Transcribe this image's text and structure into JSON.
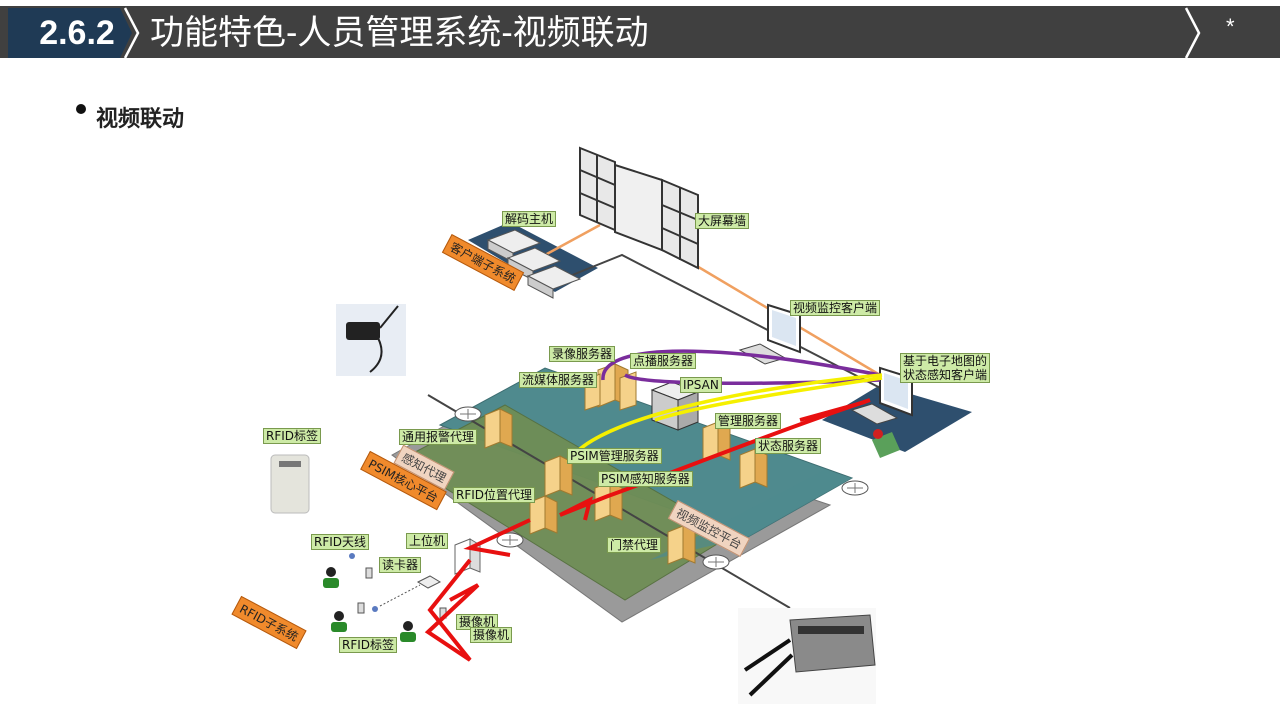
{
  "header": {
    "section_number": "2.6.2",
    "title": "功能特色-人员管理系统-视频联动",
    "star": "*"
  },
  "subheading": "视频联动",
  "labels": {
    "decoder_host": "解码主机",
    "big_screen": "大屏幕墙",
    "video_client": "视频监控客户端",
    "map_client_line1": "基于电子地图的",
    "map_client_line2": "状态感知客户端",
    "record_server": "录像服务器",
    "vod_server": "点播服务器",
    "stream_server": "流媒体服务器",
    "ipsan": "IPSAN",
    "mgmt_server": "管理服务器",
    "status_server": "状态服务器",
    "alarm_proxy": "通用报警代理",
    "psim_mgmt": "PSIM管理服务器",
    "psim_sense": "PSIM感知服务器",
    "rfid_locate": "RFID位置代理",
    "access_proxy": "门禁代理",
    "rfid_tag_top": "RFID标签",
    "rfid_antenna": "RFID天线",
    "upper_pc": "上位机",
    "card_reader": "读卡器",
    "camera1": "摄像机",
    "camera2": "摄像机",
    "rfid_tag_bottom": "RFID标签"
  },
  "tags": {
    "client_subsystem": "客户端子系统",
    "psim_center": "PSIM核心平台",
    "sense_proxy": "感知代理",
    "video_platform": "视频监控平台",
    "rfid_subsystem": "RFID子系统"
  },
  "colors": {
    "header_bg": "#404040",
    "badge_bg": "#1f3a55",
    "label_bg": "#cdeaa6",
    "tag_orange": "#f08a2c",
    "platform_teal": "#4f8a8e",
    "platform_green": "#6f8e56",
    "platform_base": "#9a9a9a",
    "client_area": "#2e4f6e",
    "link_red": "#e81010",
    "link_yellow": "#f5f000",
    "link_purple": "#7a2d9c",
    "link_orange": "#f0a060"
  },
  "icons": [
    "server-icon",
    "monitor-icon",
    "router-icon",
    "camera-icon",
    "person-icon",
    "rfid-tag-icon",
    "antenna-icon",
    "video-wall-icon",
    "decoder-icon",
    "gateway-device-icon",
    "storage-icon",
    "map-icon"
  ]
}
